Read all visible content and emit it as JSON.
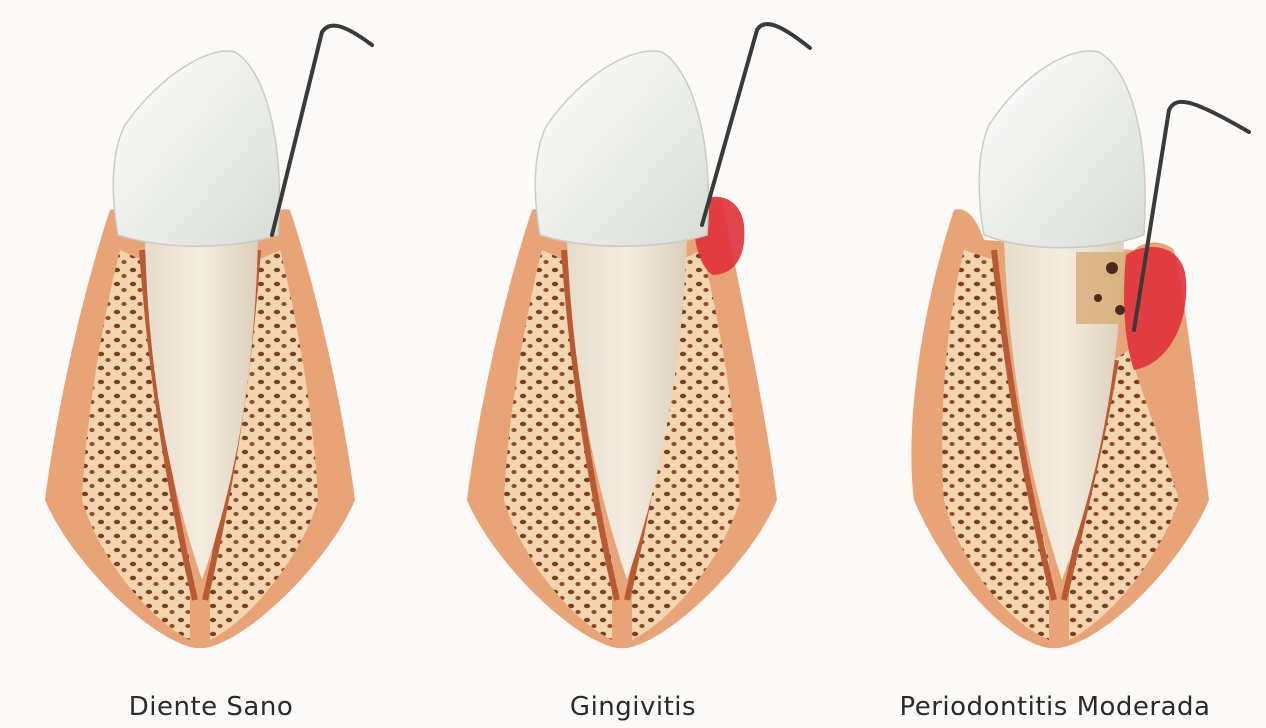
{
  "panels": [
    {
      "label": "Diente Sano",
      "stage": "healthy"
    },
    {
      "label": "Gingivitis",
      "stage": "gingivitis"
    },
    {
      "label": "Periodontitis Moderada",
      "stage": "periodontitis"
    }
  ],
  "colors": {
    "background": "#fbfaf8",
    "gum": "#e8a476",
    "gum_dark": "#c9693f",
    "inflamed_gum": "#e0313a",
    "bone": "#f3d5b0",
    "bone_pore": "#7a3f22",
    "crown": "#eef1ec",
    "root": "#ecdfcc",
    "probe": "#3a3a3a",
    "calculus": "#d8b07a"
  }
}
